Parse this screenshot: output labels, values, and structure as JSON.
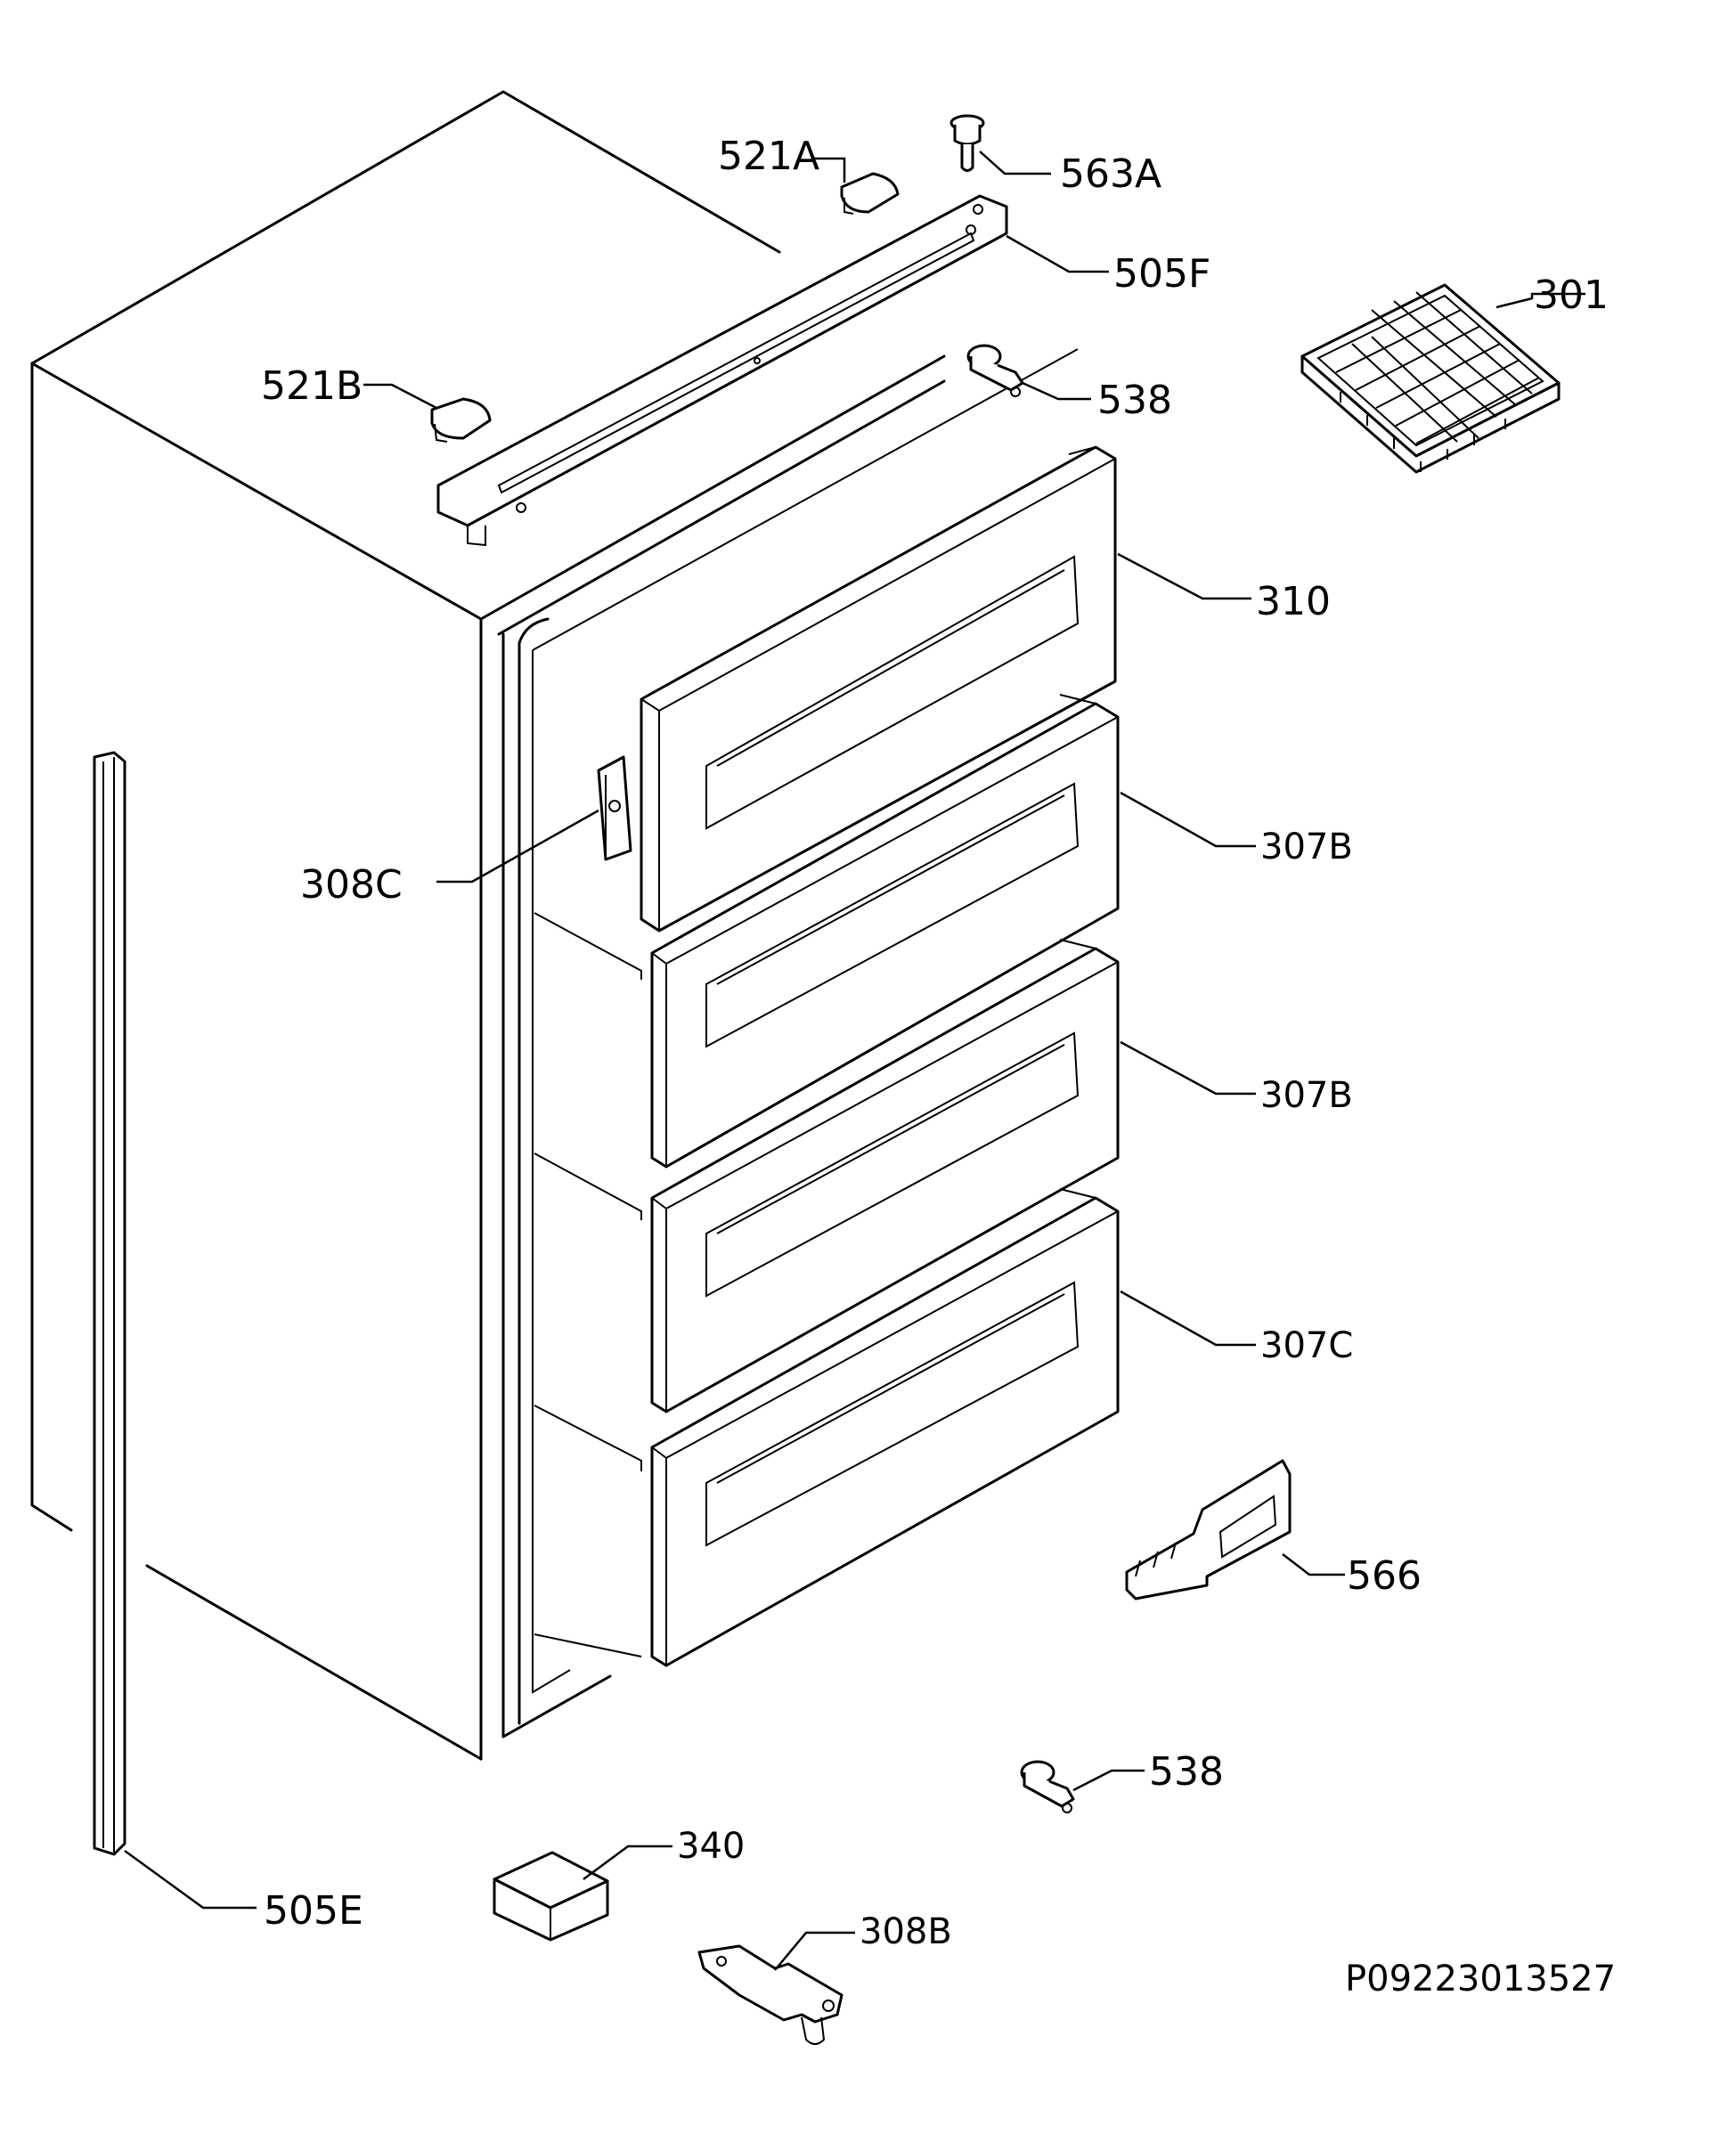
{
  "reference_code": "P09223013527",
  "parts": [
    {
      "id": "521A",
      "label": "521A"
    },
    {
      "id": "563A",
      "label": "563A"
    },
    {
      "id": "505F",
      "label": "505F"
    },
    {
      "id": "301",
      "label": "301"
    },
    {
      "id": "521B",
      "label": "521B"
    },
    {
      "id": "538_top",
      "label": "538"
    },
    {
      "id": "310",
      "label": "310"
    },
    {
      "id": "307B_1",
      "label": "307B"
    },
    {
      "id": "308C",
      "label": "308C"
    },
    {
      "id": "307B_2",
      "label": "307B"
    },
    {
      "id": "307C",
      "label": "307C"
    },
    {
      "id": "566",
      "label": "566"
    },
    {
      "id": "538_bottom",
      "label": "538"
    },
    {
      "id": "340",
      "label": "340"
    },
    {
      "id": "505E",
      "label": "505E"
    },
    {
      "id": "308B",
      "label": "308B"
    }
  ]
}
